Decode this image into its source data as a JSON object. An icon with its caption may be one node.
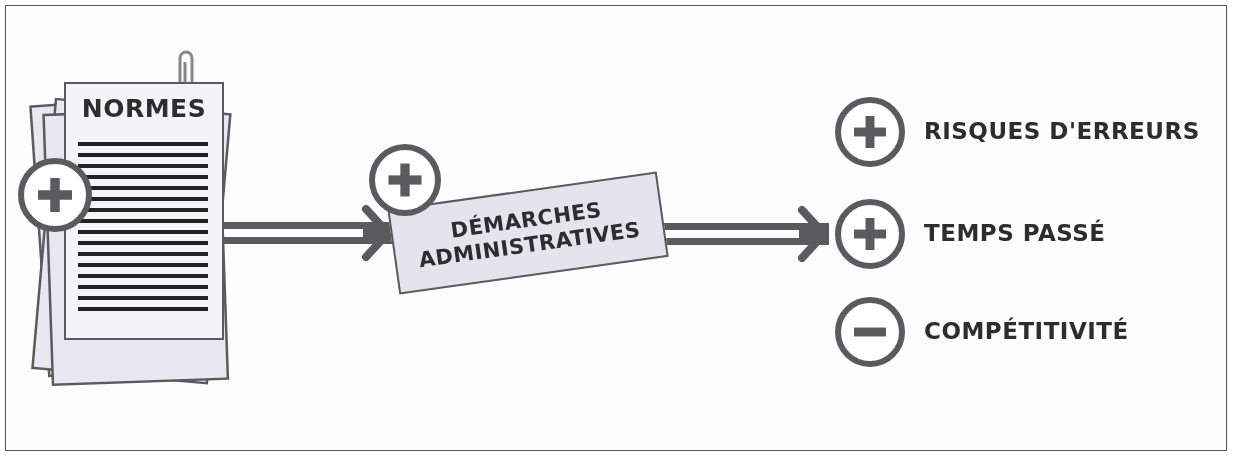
{
  "diagram": {
    "nodes": [
      {
        "text": [
          "NORMES"
        ]
      },
      {
        "text": [
          "DÉMARCHES ADMINISTRATIVES"
        ]
      },
      {
        "text": [
          "RISQUES D'ERREURS"
        ]
      },
      {
        "text": [
          "TEMPS PASSÉ"
        ]
      },
      {
        "text": [
          "COMPÉTITIVITÉ"
        ]
      }
    ],
    "edges": [
      {
        "from": 0,
        "to": 1,
        "arrow": "to"
      },
      {
        "from": 1,
        "to": 3,
        "arrow": "to"
      }
    ]
  }
}
